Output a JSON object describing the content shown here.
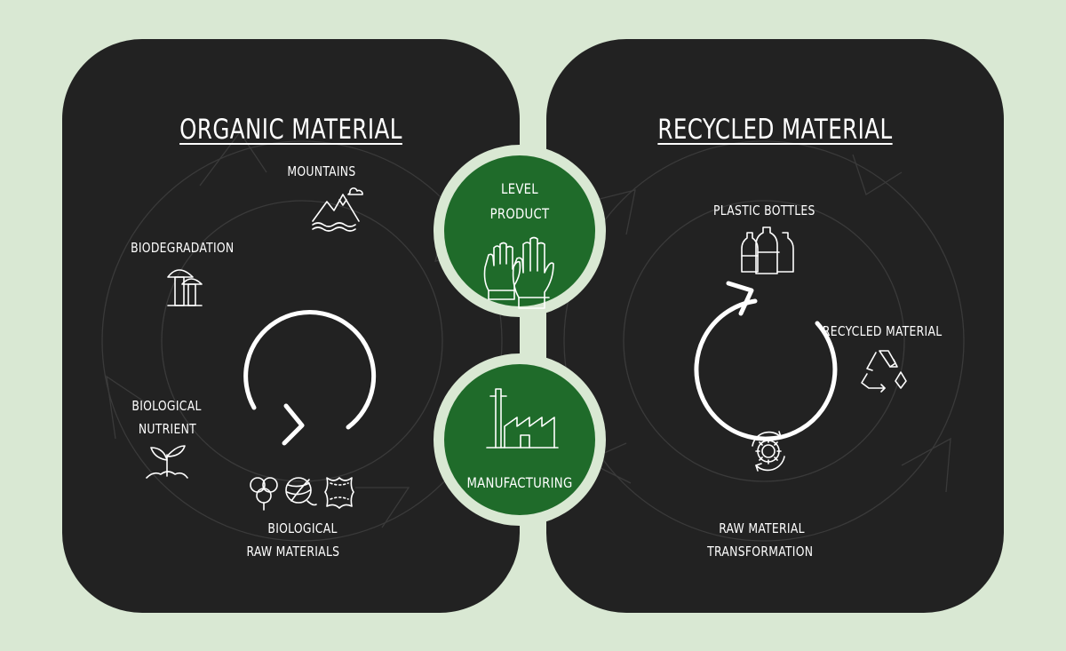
{
  "left": {
    "title": "ORGANIC MATERIAL",
    "labels": {
      "mountains": "MOUNTAINS",
      "biodegradation": "BIODEGRADATION",
      "nutrient_line1": "BIOLOGICAL",
      "nutrient_line2": "NUTRIENT",
      "raw_line1": "BIOLOGICAL",
      "raw_line2": "RAW MATERIALS"
    }
  },
  "right": {
    "title": "RECYCLED MATERIAL",
    "labels": {
      "bottles": "PLASTIC BOTTLES",
      "recycled": "RECYCLED MATERIAL",
      "transform_line1": "RAW MATERIAL",
      "transform_line2": "TRANSFORMATION"
    }
  },
  "center": {
    "top_line1": "LEVEL",
    "top_line2": "PRODUCT",
    "bottom": "MANUFACTURING"
  },
  "colors": {
    "background": "#d9e8d3",
    "panel": "#222222",
    "circle": "#1f6b2a",
    "text": "#ffffff"
  },
  "icons": [
    "mountain-icon",
    "mushroom-icon",
    "sprout-icon",
    "cotton-icon",
    "yarn-ball-icon",
    "leather-icon",
    "plastic-bottles-icon",
    "recycle-icon",
    "gear-cycle-icon",
    "gloves-icon",
    "factory-icon",
    "cycle-arrow-icon"
  ]
}
